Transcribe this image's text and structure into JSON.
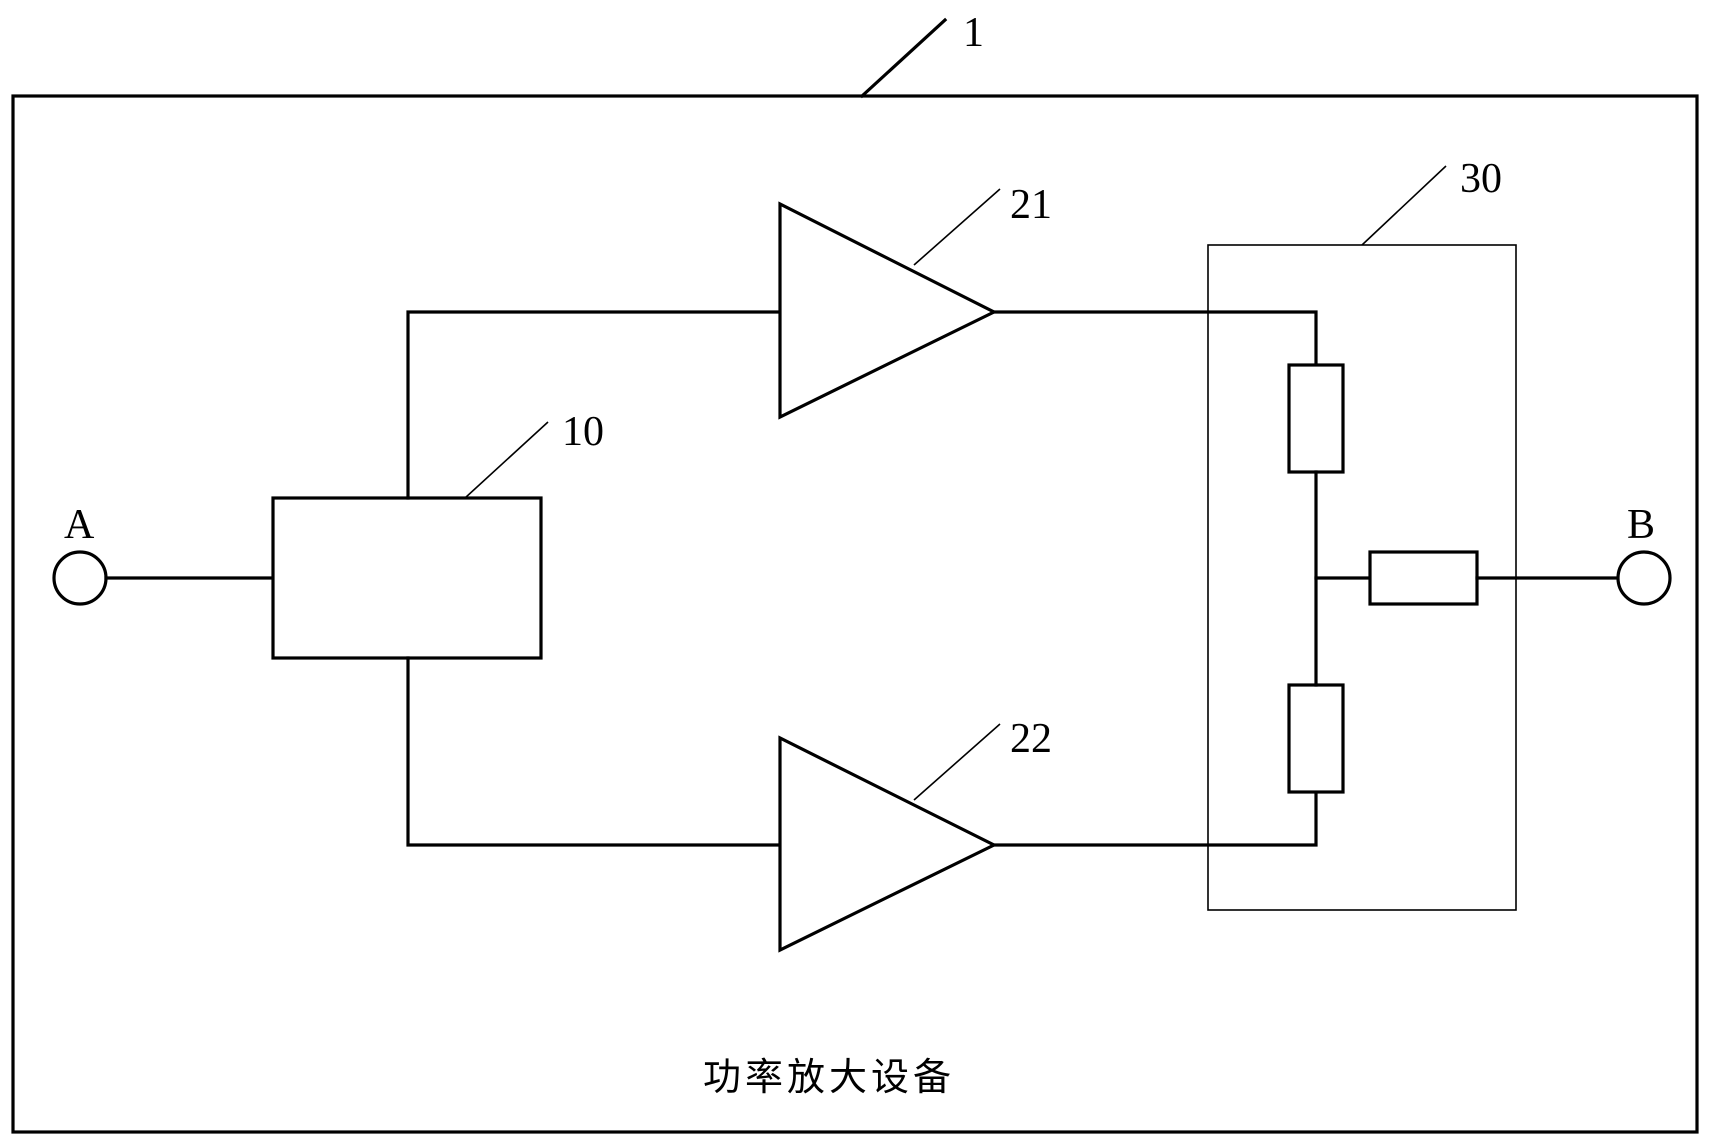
{
  "device": {
    "ref_label": "1",
    "caption": "功率放大设备"
  },
  "ports": {
    "input_label": "A",
    "output_label": "B"
  },
  "components": {
    "splitter_label": "10",
    "amplifier_top_label": "21",
    "amplifier_bottom_label": "22",
    "combiner_label": "30"
  }
}
